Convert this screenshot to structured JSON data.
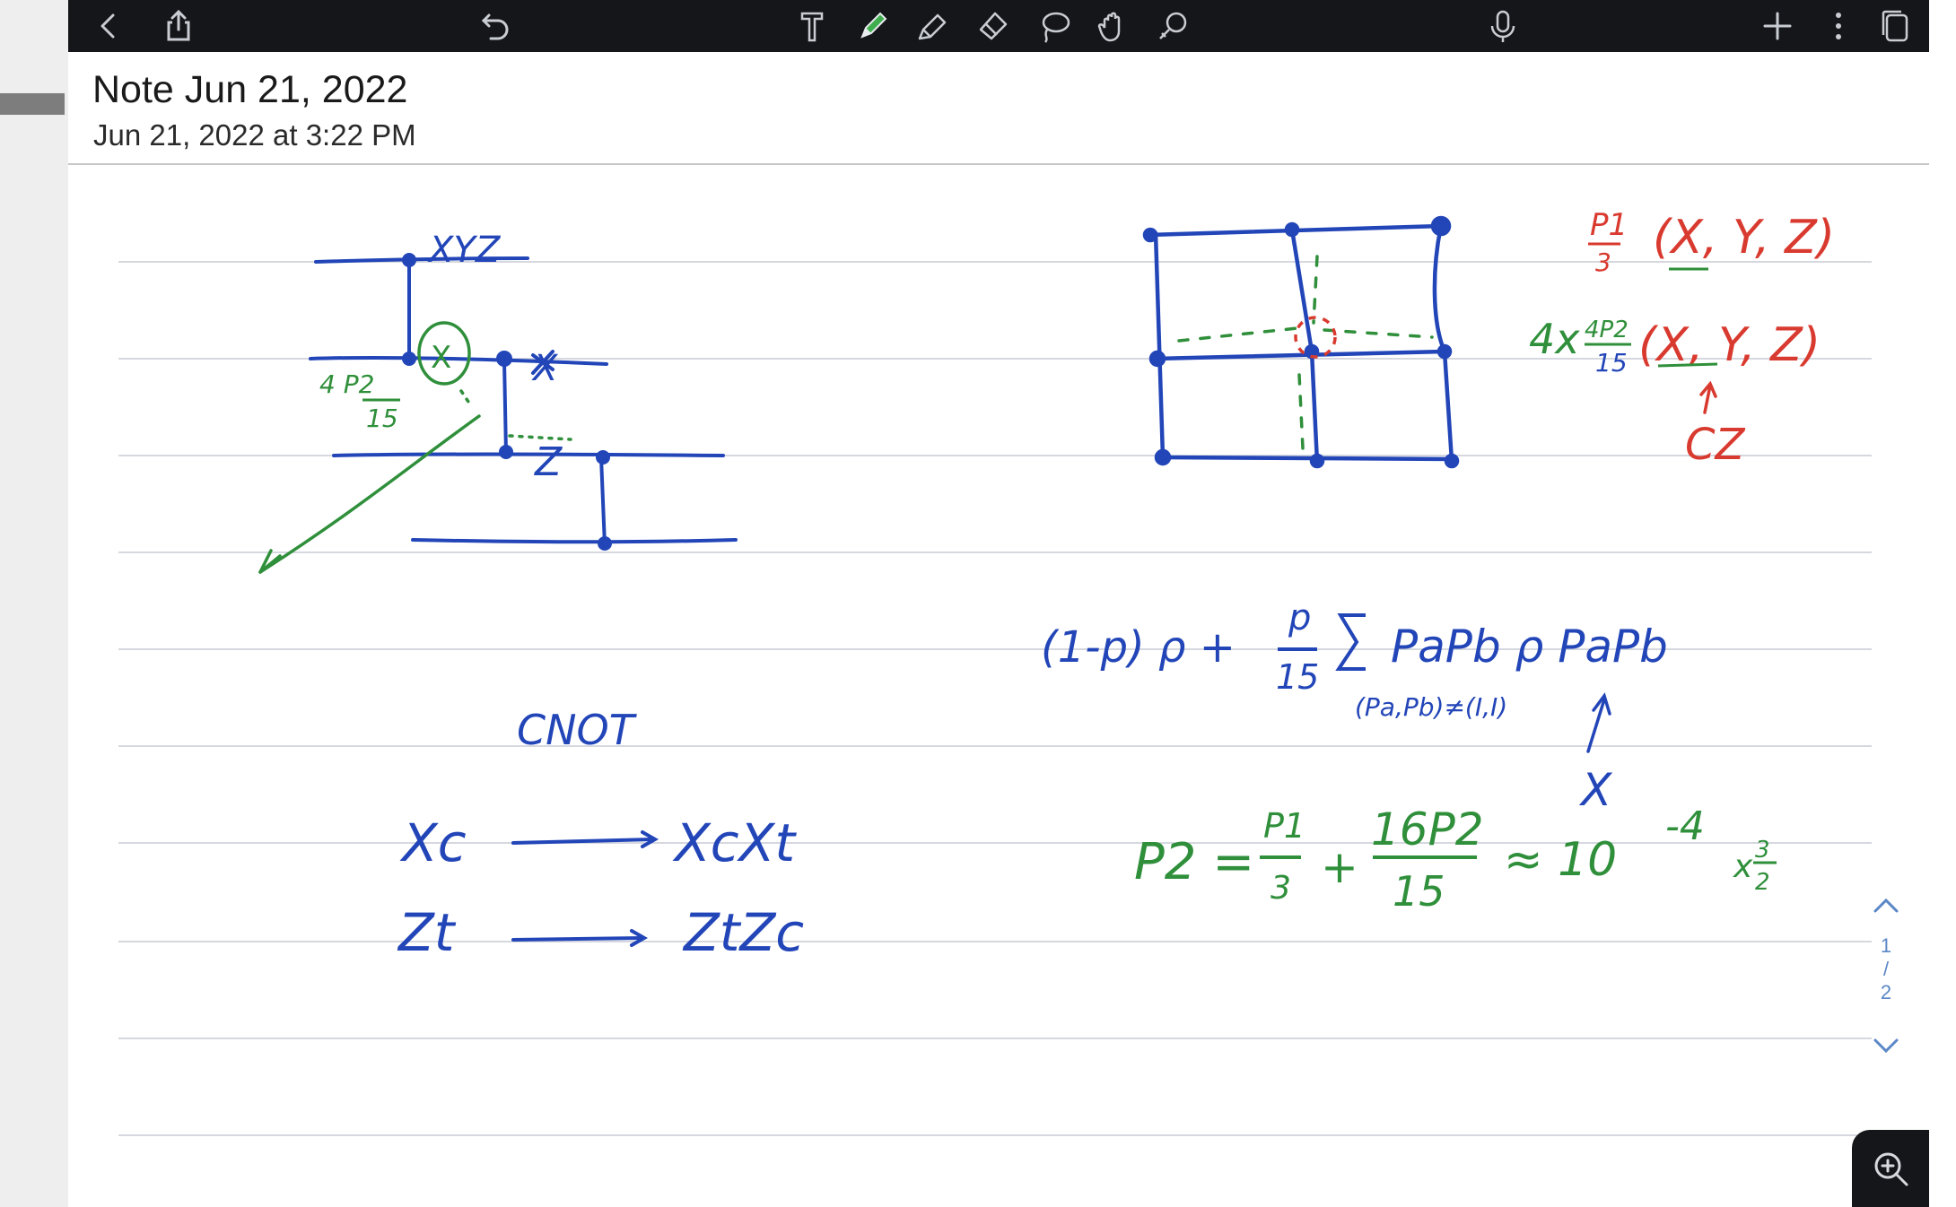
{
  "note": {
    "title": "Note Jun 21, 2022",
    "subtitle": "Jun 21, 2022 at 3:22 PM"
  },
  "toolbar": {
    "left": [
      "back-icon",
      "share-icon",
      "undo-icon"
    ],
    "tools": [
      "text-tool-icon",
      "pen-tool-icon",
      "highlighter-tool-icon",
      "eraser-tool-icon",
      "lasso-tool-icon",
      "hand-tool-icon",
      "shape-tool-icon"
    ],
    "right": [
      "microphone-icon",
      "add-icon",
      "more-icon",
      "pages-icon"
    ]
  },
  "colors": {
    "ink_blue": "#2245b8",
    "ink_green": "#2f8f3a",
    "ink_red": "#d93a2f",
    "toolbar_bg": "#141619",
    "rule_line": "#c8cbd6",
    "accent": "#5b87c7"
  },
  "handwriting": {
    "circuit_top_label": "XYZ",
    "circuit_x_label": "X",
    "circuit_z_label": "Z",
    "circuit_circled": "X",
    "circuit_prob_num": "4 P2",
    "circuit_prob_den": "15",
    "cnot_title": "CNOT",
    "row1_lhs": "Xc",
    "row1_rhs": "XcXt",
    "row2_lhs": "Zt",
    "row2_rhs": "ZtZc",
    "red_line1_num": "P1",
    "red_line1_den": "3",
    "red_line1_ops": "(X, Y, Z)",
    "red_line2_prefix": "4x",
    "red_line2_num": "4P2",
    "red_line2_den": "15",
    "red_line2_ops": "(X, Y, Z)",
    "red_cz": "CZ",
    "channel_lhs": "(1-p) ρ +",
    "channel_p": "p",
    "channel_15": "15",
    "channel_sum_body": "PaPb ρ PaPb",
    "channel_sum_sub": "(Pa,Pb)≠(I,I)",
    "channel_arrow_label": "X",
    "green_eq_lhs": "P2 =",
    "green_eq_t1_num": "P1",
    "green_eq_t1_den": "3",
    "green_eq_plus": "+",
    "green_eq_t2_num": "16P2",
    "green_eq_t2_den": "15",
    "green_eq_approx": "≈ 10",
    "green_eq_exp": "-4",
    "green_eq_times": "x",
    "green_eq_frac_num": "3",
    "green_eq_frac_den": "2"
  },
  "pager": {
    "current": "1",
    "sep": "/",
    "total": "2"
  }
}
